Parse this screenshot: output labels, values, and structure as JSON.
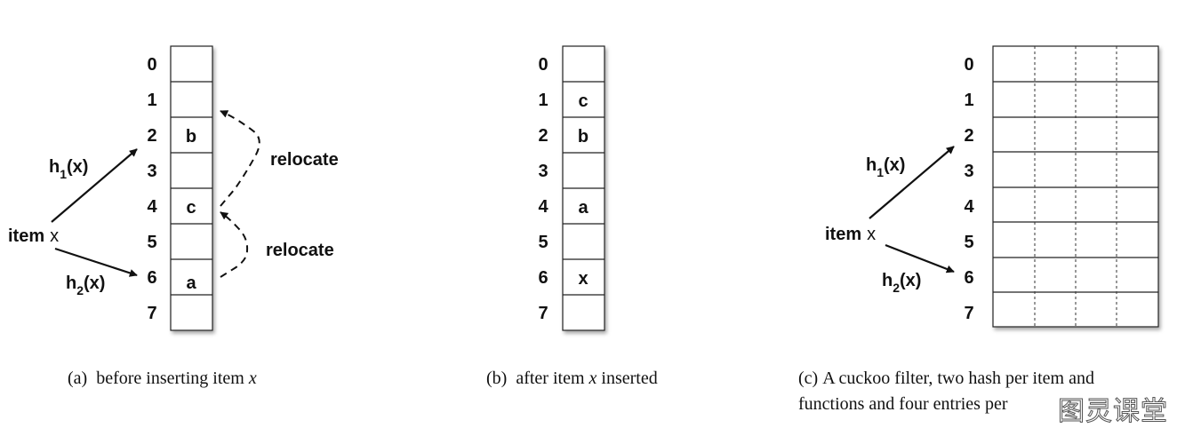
{
  "panel_a": {
    "indices": [
      "0",
      "1",
      "2",
      "3",
      "4",
      "5",
      "6",
      "7"
    ],
    "cells": [
      "",
      "",
      "b",
      "",
      "c",
      "",
      "a",
      ""
    ],
    "h1": "h",
    "h1_sub": "1",
    "h1_tail": "(x)",
    "h2": "h",
    "h2_sub": "2",
    "h2_tail": "(x)",
    "item_word": "item",
    "item_var": "x",
    "relocate_1": "relocate",
    "relocate_2": "relocate",
    "caption_label": "(a)",
    "caption_text": "before inserting item",
    "caption_var": "x"
  },
  "panel_b": {
    "indices": [
      "0",
      "1",
      "2",
      "3",
      "4",
      "5",
      "6",
      "7"
    ],
    "cells": [
      "",
      "c",
      "b",
      "",
      "a",
      "",
      "x",
      ""
    ],
    "caption_label": "(b)",
    "caption_pre": "after item",
    "caption_var": "x",
    "caption_post": "inserted"
  },
  "panel_c": {
    "indices": [
      "0",
      "1",
      "2",
      "3",
      "4",
      "5",
      "6",
      "7"
    ],
    "entries_per_bucket": 4,
    "h1": "h",
    "h1_sub": "1",
    "h1_tail": "(x)",
    "h2": "h",
    "h2_sub": "2",
    "h2_tail": "(x)",
    "item_word": "item",
    "item_var": "x",
    "caption_label": "(c)",
    "caption_line1": "A cuckoo filter, two hash per item and",
    "caption_line2": "functions and four entries per"
  },
  "watermark": "图灵课堂"
}
